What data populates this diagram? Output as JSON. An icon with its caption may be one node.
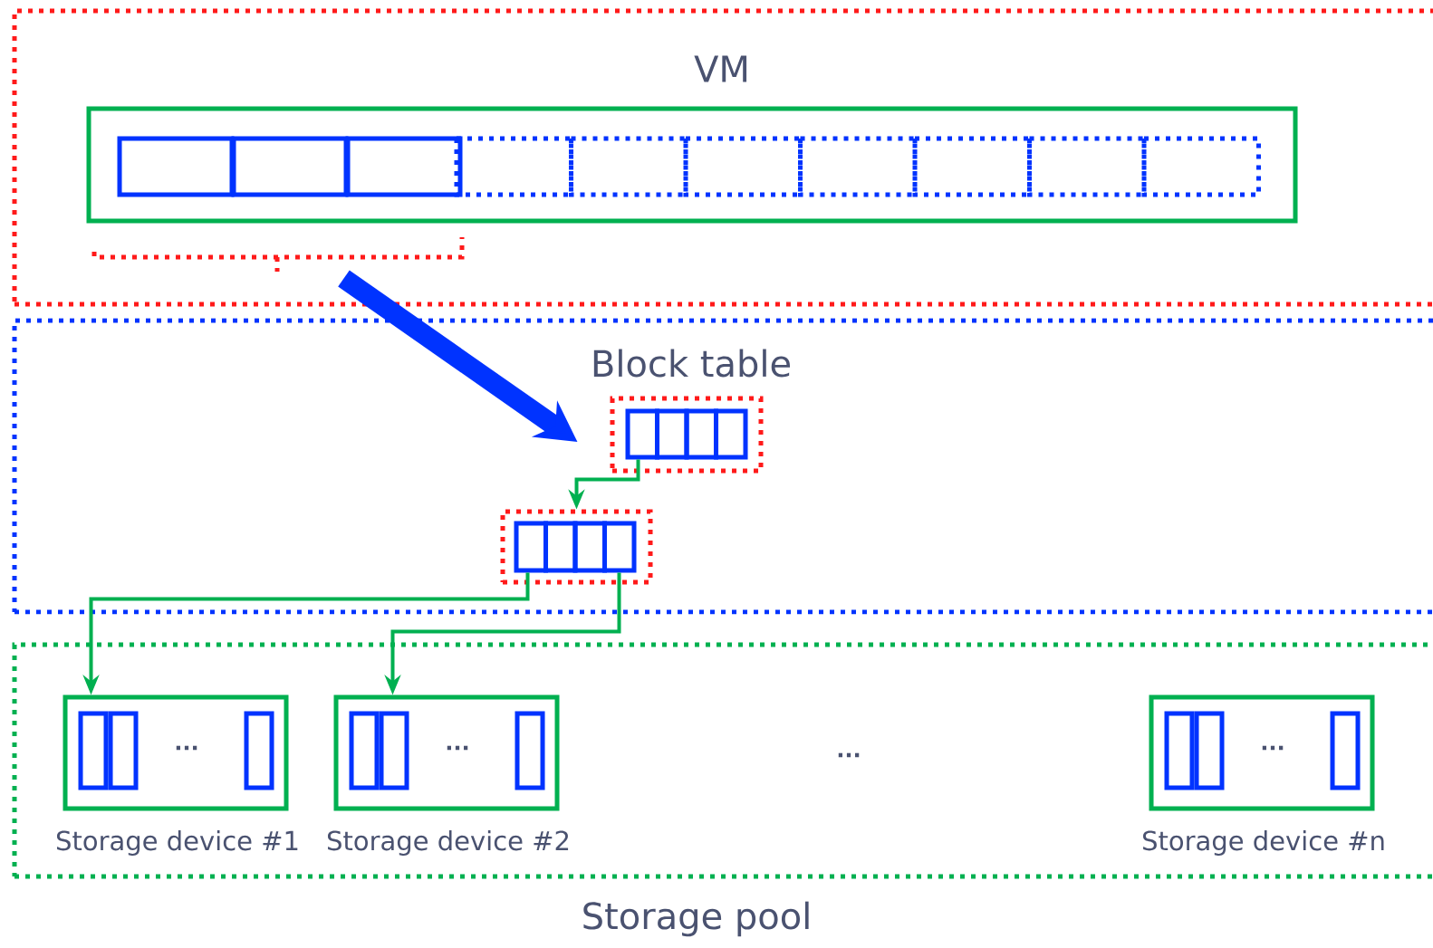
{
  "diagram": {
    "nodes": [
      {
        "text": [
          "VM"
        ]
      },
      {
        "text": [],
        "shape": "box",
        "in": 0
      },
      {
        "text": [
          "Block table"
        ]
      },
      {
        "text": [],
        "shape": "box",
        "in": 2
      },
      {
        "text": [],
        "shape": "box",
        "in": 2
      },
      {
        "text": [
          "Storage pool"
        ]
      },
      {
        "text": [
          "...",
          "Storage device #1"
        ],
        "in": 5
      },
      {
        "text": [
          "...",
          "Storage device #2"
        ],
        "in": 5
      },
      {
        "text": [
          "...",
          "Storage device #n"
        ],
        "in": 5
      }
    ],
    "edges": [
      {
        "from": 1,
        "to": 3,
        "arrow": "to",
        "style": "thick",
        "color": "#0033ff"
      },
      {
        "from": 3,
        "to": 4,
        "arrow": "to",
        "color": "#00b050"
      },
      {
        "from": 4,
        "to": 6,
        "arrow": "to",
        "color": "#00b050"
      },
      {
        "from": 4,
        "to": 7,
        "arrow": "to",
        "color": "#00b050"
      }
    ],
    "labels": [
      "..."
    ]
  }
}
